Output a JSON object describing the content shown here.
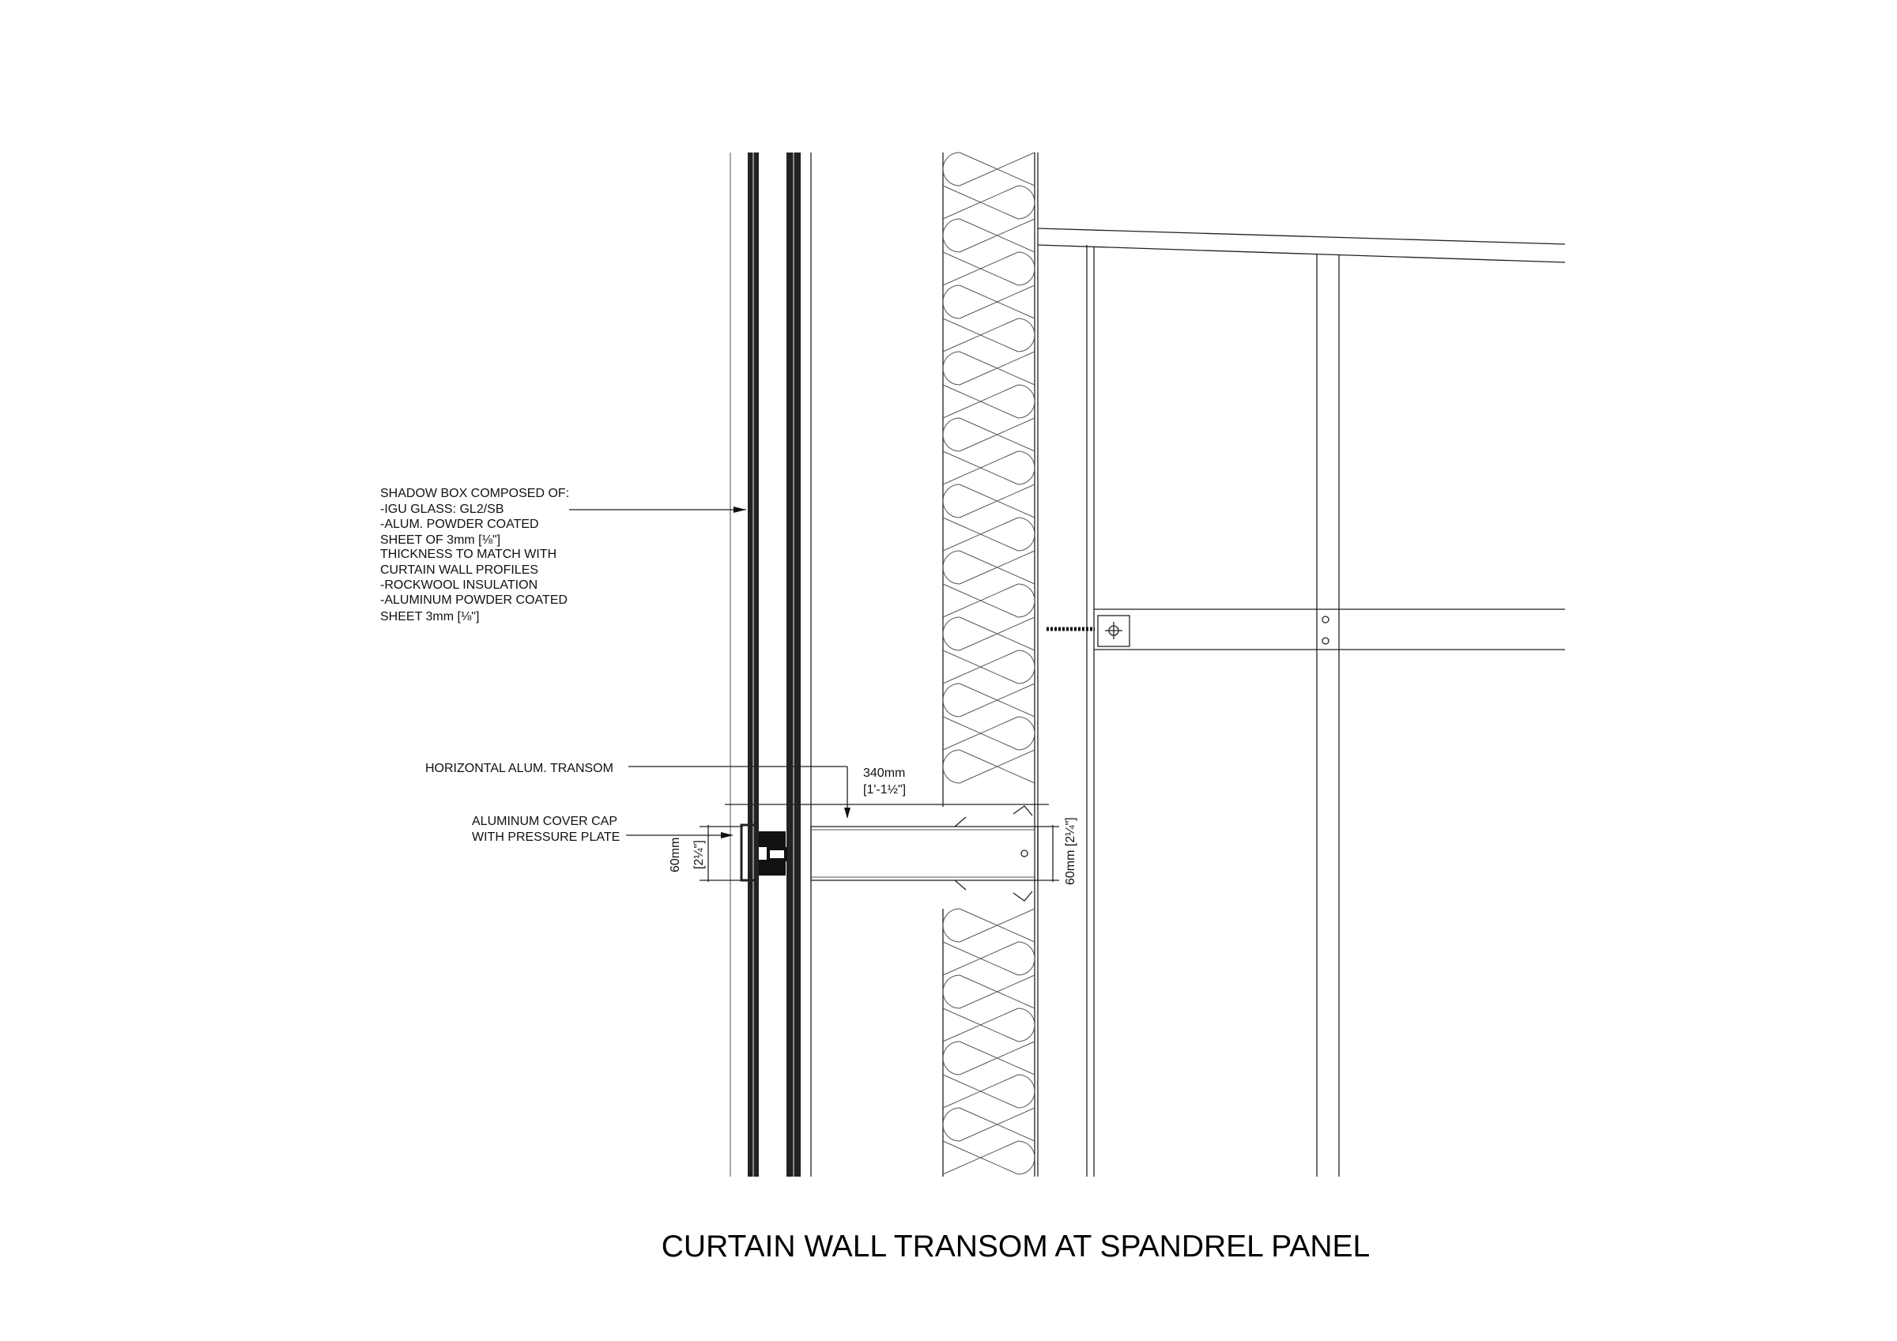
{
  "title": "CURTAIN WALL TRANSOM AT SPANDREL PANEL",
  "notes": {
    "shadow_box": [
      "SHADOW BOX COMPOSED OF:",
      "-IGU GLASS: GL2/SB",
      "-ALUM. POWDER COATED",
      "SHEET OF 3mm [⅛\"]",
      "THICKNESS TO MATCH WITH",
      "CURTAIN WALL PROFILES",
      "-ROCKWOOL INSULATION",
      "-ALUMINUM POWDER COATED",
      "SHEET 3mm [⅛\"]"
    ],
    "transom": "HORIZONTAL ALUM. TRANSOM",
    "cover_cap": [
      "ALUMINUM COVER CAP",
      "WITH PRESSURE PLATE"
    ]
  },
  "dimensions": {
    "depth_mm": "340mm",
    "depth_imperial": "[1'-1½\"]",
    "left_height_mm": "60mm",
    "left_height_imperial": "[2¼\"]",
    "right_height": "60mm [2¼\"]"
  }
}
